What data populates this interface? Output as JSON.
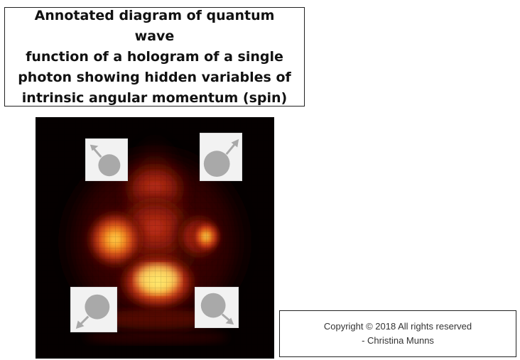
{
  "title": {
    "line1": "Annotated diagram of quantum wave",
    "line2": "function of a hologram of a single",
    "line3": "photon showing hidden variables of",
    "line4": "intrinsic angular momentum (spin)"
  },
  "copyright": {
    "line1": "Copyright © 2018 All rights reserved",
    "line2": "- Christina Munns"
  },
  "colors": {
    "background": "#050000",
    "glow_core": "#ffe86a",
    "glow_mid": "#e0401a",
    "glow_outer": "#5a0a04",
    "spin_symbol": "#a9a9a9"
  },
  "spin_icons": [
    {
      "name": "spin-up-left-icon",
      "direction": "up-left"
    },
    {
      "name": "spin-up-right-icon",
      "direction": "up-right"
    },
    {
      "name": "spin-down-left-icon",
      "direction": "down-left"
    },
    {
      "name": "spin-down-right-icon",
      "direction": "down-right"
    }
  ]
}
